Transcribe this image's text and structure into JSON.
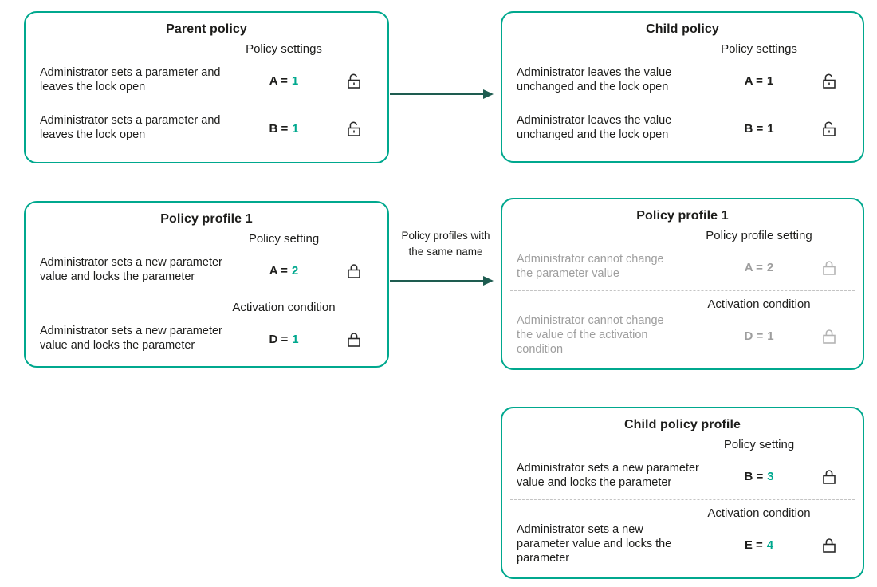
{
  "palette": {
    "card_border": "#00A88E",
    "accent_value": "#00A88E",
    "arrow": "#1E5C50",
    "text": "#1D1D1B",
    "muted_text": "#9E9E9E",
    "separator": "#C4C4C4",
    "background": "#FFFFFF"
  },
  "cards": {
    "parent_policy": {
      "title": "Parent policy",
      "rows": [
        {
          "header": "Policy settings",
          "desc": "Administrator sets a parameter and leaves the lock open",
          "value_label": "A =",
          "value_num": "1",
          "icon": "lock-open-icon"
        },
        {
          "desc": "Administrator sets a parameter and leaves the lock open",
          "value_label": "B =",
          "value_num": "1",
          "icon": "lock-open-icon"
        }
      ]
    },
    "child_policy": {
      "title": "Child policy",
      "rows": [
        {
          "header": "Policy settings",
          "desc": "Administrator leaves the value unchanged and the lock open",
          "value_label": "A =",
          "value_num": "1",
          "icon": "lock-open-icon"
        },
        {
          "desc": "Administrator leaves the value unchanged and the lock open",
          "value_label": "B =",
          "value_num": "1",
          "icon": "lock-open-icon"
        }
      ]
    },
    "policy_profile_source": {
      "title": "Policy profile 1",
      "rows": [
        {
          "header": "Policy setting",
          "desc": "Administrator sets a new parameter value and locks the parameter",
          "value_label": "A =",
          "value_num": "2",
          "icon": "lock-closed-icon"
        },
        {
          "header": "Activation condition",
          "desc": "Administrator sets a new parameter value and locks the parameter",
          "value_label": "D =",
          "value_num": "1",
          "icon": "lock-closed-icon"
        }
      ]
    },
    "policy_profile_inherited": {
      "title": "Policy profile 1",
      "rows": [
        {
          "header": "Policy profile setting",
          "desc": "Administrator cannot change the parameter value",
          "value_label": "A =",
          "value_num": "2",
          "icon": "lock-closed-icon"
        },
        {
          "header": "Activation condition",
          "desc": "Administrator cannot change the value of the activation condition",
          "value_label": "D =",
          "value_num": "1",
          "icon": "lock-closed-icon"
        }
      ]
    },
    "child_policy_profile": {
      "title": "Child policy profile",
      "rows": [
        {
          "header": "Policy setting",
          "desc": "Administrator sets a new parameter value and locks the parameter",
          "value_label": "B =",
          "value_num": "3",
          "icon": "lock-closed-icon"
        },
        {
          "header": "Activation condition",
          "desc": "Administrator sets a new parameter value and locks the parameter",
          "value_label": "E =",
          "value_num": "4",
          "icon": "lock-closed-icon"
        }
      ]
    }
  },
  "arrows": {
    "profile_arrow_label": "Policy profiles with the same name"
  }
}
